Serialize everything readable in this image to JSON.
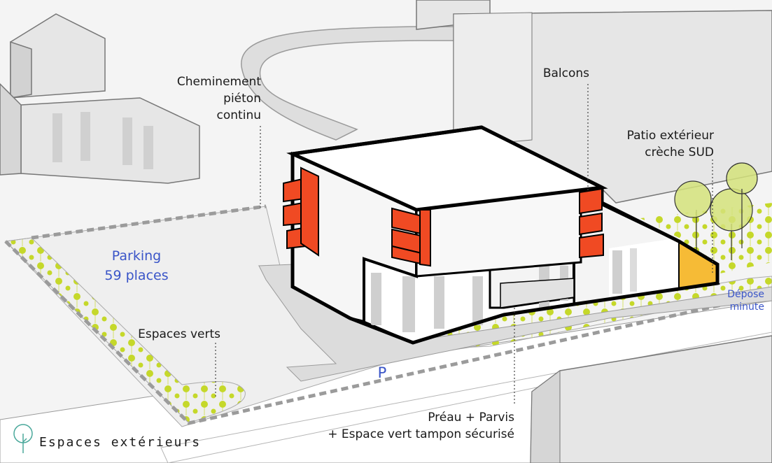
{
  "labels": {
    "cheminement_l1": "Cheminement",
    "cheminement_l2": "piéton",
    "cheminement_l3": "continu",
    "balcons": "Balcons",
    "patio_l1": "Patio extérieur",
    "patio_l2": "crèche SUD",
    "parking_l1": "Parking",
    "parking_l2": "59 places",
    "espaces_verts": "Espaces verts",
    "p_marker": "P",
    "depose_l1": "Dépose",
    "depose_l2": "minute",
    "preau_l1": "Préau + Parvis",
    "preau_l2": "+ Espace vert tampon sécurisé",
    "legend_title": "Espaces extérieurs"
  },
  "colors": {
    "ground": "#f4f4f4",
    "road": "#ffffff",
    "neighbor_building": "#e6e6e6",
    "balcony": "#f04a23",
    "patio": "#f6bb36",
    "greenery": "#c5d82a",
    "label_blue": "#3a55c8",
    "legend_icon": "#4aa89b"
  },
  "icons": [
    "tree-icon"
  ]
}
